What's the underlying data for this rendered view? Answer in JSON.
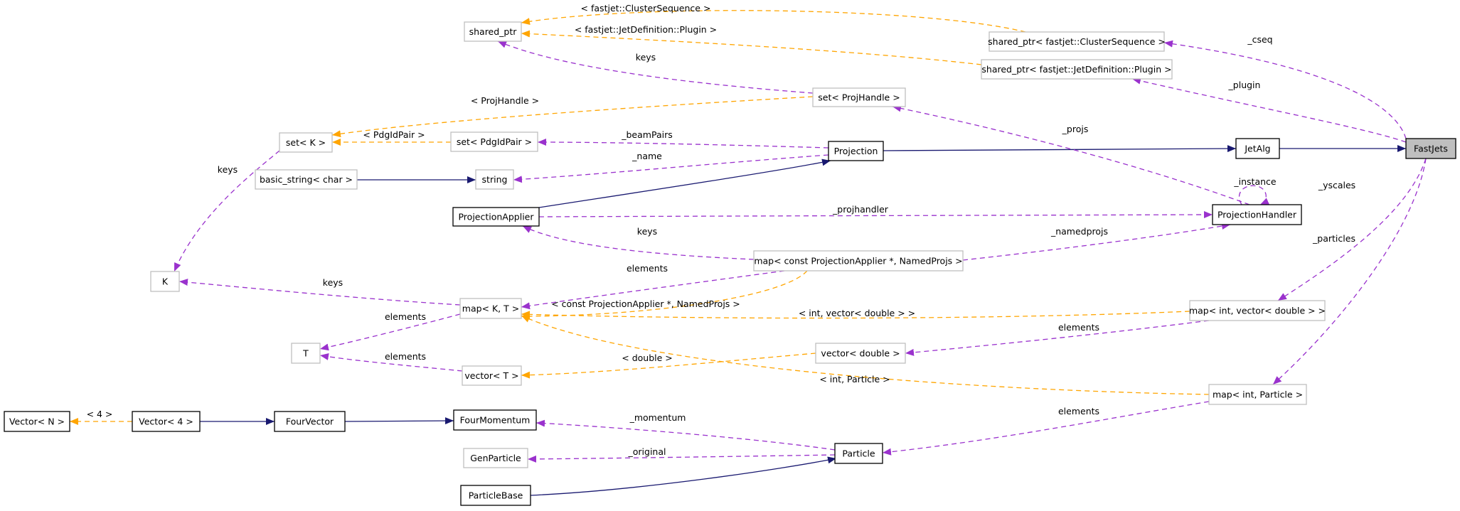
{
  "colors": {
    "inheritance": "#191970",
    "usage": "#9a32cd",
    "template": "#ffa500",
    "documented_border": "#000000",
    "undocumented_border": "#bfbfbf",
    "highlight_fill": "#bfbfbf"
  },
  "nodes": [
    {
      "id": "FastJets",
      "label": "FastJets",
      "style": "highlight"
    },
    {
      "id": "JetAlg",
      "label": "JetAlg",
      "style": "documented"
    },
    {
      "id": "Projection",
      "label": "Projection",
      "style": "documented"
    },
    {
      "id": "ProjectionApplier",
      "label": "ProjectionApplier",
      "style": "documented"
    },
    {
      "id": "ProjectionHandler",
      "label": "ProjectionHandler",
      "style": "documented"
    },
    {
      "id": "shared_ptr",
      "label": "shared_ptr",
      "style": "undocumented"
    },
    {
      "id": "sp_cluster",
      "label": "shared_ptr< fastjet::ClusterSequence >",
      "style": "undocumented"
    },
    {
      "id": "sp_plugin",
      "label": "shared_ptr< fastjet::JetDefinition::Plugin >",
      "style": "undocumented"
    },
    {
      "id": "set_projhandle",
      "label": "set< ProjHandle >",
      "style": "undocumented"
    },
    {
      "id": "setK",
      "label": "set< K >",
      "style": "undocumented"
    },
    {
      "id": "set_pdgid",
      "label": "set< PdgIdPair >",
      "style": "undocumented"
    },
    {
      "id": "basic_string",
      "label": "basic_string< char >",
      "style": "undocumented"
    },
    {
      "id": "string",
      "label": "string",
      "style": "undocumented"
    },
    {
      "id": "K",
      "label": "K",
      "style": "undocumented"
    },
    {
      "id": "mapKT",
      "label": "map< K, T >",
      "style": "undocumented"
    },
    {
      "id": "map_cpa",
      "label": "map< const ProjectionApplier *, NamedProjs >",
      "style": "undocumented"
    },
    {
      "id": "map_ivd",
      "label": "map< int, vector< double > >",
      "style": "undocumented"
    },
    {
      "id": "T",
      "label": "T",
      "style": "undocumented"
    },
    {
      "id": "vectorT",
      "label": "vector< T >",
      "style": "undocumented"
    },
    {
      "id": "vector_double",
      "label": "vector< double >",
      "style": "undocumented"
    },
    {
      "id": "map_ip",
      "label": "map< int, Particle >",
      "style": "undocumented"
    },
    {
      "id": "VectorN",
      "label": "Vector< N >",
      "style": "documented"
    },
    {
      "id": "Vector4",
      "label": "Vector< 4 >",
      "style": "documented"
    },
    {
      "id": "FourVector",
      "label": "FourVector",
      "style": "documented"
    },
    {
      "id": "FourMomentum",
      "label": "FourMomentum",
      "style": "documented"
    },
    {
      "id": "GenParticle",
      "label": "GenParticle",
      "style": "undocumented"
    },
    {
      "id": "Particle",
      "label": "Particle",
      "style": "documented"
    },
    {
      "id": "ParticleBase",
      "label": "ParticleBase",
      "style": "documented"
    }
  ],
  "edges": [
    {
      "from": "JetAlg",
      "to": "FastJets",
      "kind": "inheritance",
      "label": ""
    },
    {
      "from": "Projection",
      "to": "JetAlg",
      "kind": "inheritance",
      "label": ""
    },
    {
      "from": "ProjectionApplier",
      "to": "Projection",
      "kind": "inheritance",
      "label": ""
    },
    {
      "from": "basic_string",
      "to": "string",
      "kind": "inheritance",
      "label": ""
    },
    {
      "from": "FourVector",
      "to": "FourMomentum",
      "kind": "inheritance",
      "label": ""
    },
    {
      "from": "Vector4",
      "to": "FourVector",
      "kind": "inheritance",
      "label": ""
    },
    {
      "from": "ParticleBase",
      "to": "Particle",
      "kind": "inheritance",
      "label": ""
    },
    {
      "from": "sp_cluster",
      "to": "FastJets",
      "kind": "usage",
      "label": "_cseq"
    },
    {
      "from": "sp_plugin",
      "to": "FastJets",
      "kind": "usage",
      "label": "_plugin"
    },
    {
      "from": "map_ivd",
      "to": "FastJets",
      "kind": "usage",
      "label": "_yscales"
    },
    {
      "from": "map_ip",
      "to": "FastJets",
      "kind": "usage",
      "label": "_particles"
    },
    {
      "from": "set_projhandle",
      "to": "ProjectionHandler",
      "kind": "usage",
      "label": "_projs"
    },
    {
      "from": "set_pdgid",
      "to": "Projection",
      "kind": "usage",
      "label": "_beamPairs"
    },
    {
      "from": "string",
      "to": "Projection",
      "kind": "usage",
      "label": "_name"
    },
    {
      "from": "ProjectionHandler",
      "to": "ProjectionApplier",
      "kind": "usage",
      "label": "_projhandler"
    },
    {
      "from": "ProjectionHandler",
      "to": "ProjectionHandler",
      "kind": "usage",
      "label": "_instance"
    },
    {
      "from": "map_cpa",
      "to": "ProjectionHandler",
      "kind": "usage",
      "label": "_namedprojs"
    },
    {
      "from": "shared_ptr",
      "to": "set_projhandle",
      "kind": "usage",
      "label": "keys"
    },
    {
      "from": "K",
      "to": "setK",
      "kind": "usage",
      "label": "keys"
    },
    {
      "from": "K",
      "to": "mapKT",
      "kind": "usage",
      "label": "keys"
    },
    {
      "from": "ProjectionApplier",
      "to": "map_cpa",
      "kind": "usage",
      "label": "keys"
    },
    {
      "from": "mapKT",
      "to": "map_cpa",
      "kind": "usage",
      "label": "elements"
    },
    {
      "from": "T",
      "to": "mapKT",
      "kind": "usage",
      "label": "elements"
    },
    {
      "from": "T",
      "to": "vectorT",
      "kind": "usage",
      "label": "elements"
    },
    {
      "from": "vector_double",
      "to": "map_ivd",
      "kind": "usage",
      "label": "elements"
    },
    {
      "from": "Particle",
      "to": "map_ip",
      "kind": "usage",
      "label": "elements"
    },
    {
      "from": "FourMomentum",
      "to": "Particle",
      "kind": "usage",
      "label": "_momentum"
    },
    {
      "from": "GenParticle",
      "to": "Particle",
      "kind": "usage",
      "label": "_original"
    },
    {
      "from": "shared_ptr",
      "to": "sp_cluster",
      "kind": "template",
      "label": "< fastjet::ClusterSequence >"
    },
    {
      "from": "shared_ptr",
      "to": "sp_plugin",
      "kind": "template",
      "label": "< fastjet::JetDefinition::Plugin >"
    },
    {
      "from": "setK",
      "to": "set_projhandle",
      "kind": "template",
      "label": "< ProjHandle >"
    },
    {
      "from": "setK",
      "to": "set_pdgid",
      "kind": "template",
      "label": "< PdgIdPair >"
    },
    {
      "from": "mapKT",
      "to": "map_cpa",
      "kind": "template",
      "label": "< const ProjectionApplier *, NamedProjs >"
    },
    {
      "from": "mapKT",
      "to": "map_ivd",
      "kind": "template",
      "label": "< int, vector< double > >"
    },
    {
      "from": "mapKT",
      "to": "map_ip",
      "kind": "template",
      "label": "< int, Particle >"
    },
    {
      "from": "vectorT",
      "to": "vector_double",
      "kind": "template",
      "label": "< double >"
    },
    {
      "from": "VectorN",
      "to": "Vector4",
      "kind": "template",
      "label": "< 4 >"
    }
  ]
}
